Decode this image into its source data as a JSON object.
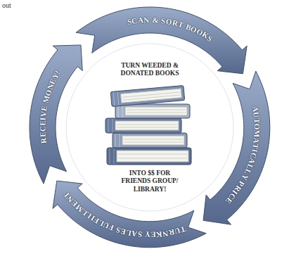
{
  "diagram": {
    "nodes": [
      {
        "text": [
          "SCAN & SORT BOOKS"
        ]
      },
      {
        "text": [
          "AUTOMATICALLY PRICE"
        ]
      },
      {
        "text": [
          "TURNKEY SALES FULFILLMENT"
        ]
      },
      {
        "text": [
          "RECEIVE MONEY!"
        ]
      },
      {
        "text": [
          "TURN WEEDED & DONATED BOOKS",
          "INTO $$ FOR FRIENDS GROUP/ LIBRARY!"
        ]
      }
    ],
    "labels": [
      "out"
    ]
  }
}
